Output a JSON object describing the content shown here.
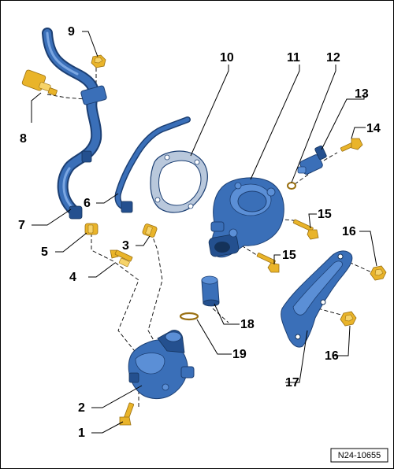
{
  "diagram": {
    "callouts": [
      {
        "id": "1",
        "label": "1"
      },
      {
        "id": "2",
        "label": "2"
      },
      {
        "id": "3",
        "label": "3"
      },
      {
        "id": "4",
        "label": "4"
      },
      {
        "id": "5",
        "label": "5"
      },
      {
        "id": "6",
        "label": "6"
      },
      {
        "id": "7",
        "label": "7"
      },
      {
        "id": "8",
        "label": "8"
      },
      {
        "id": "9",
        "label": "9"
      },
      {
        "id": "10",
        "label": "10"
      },
      {
        "id": "11",
        "label": "11"
      },
      {
        "id": "12",
        "label": "12"
      },
      {
        "id": "13",
        "label": "13"
      },
      {
        "id": "14",
        "label": "14"
      },
      {
        "id": "15a",
        "label": "15"
      },
      {
        "id": "15b",
        "label": "15"
      },
      {
        "id": "16a",
        "label": "16"
      },
      {
        "id": "16b",
        "label": "16"
      },
      {
        "id": "17",
        "label": "17"
      },
      {
        "id": "18",
        "label": "18"
      },
      {
        "id": "19",
        "label": "19"
      }
    ],
    "reference_code": "N24-10655",
    "colors": {
      "part_blue": "#3a6fb8",
      "fastener_gold": "#e9b42a",
      "frame": "#000000"
    }
  }
}
